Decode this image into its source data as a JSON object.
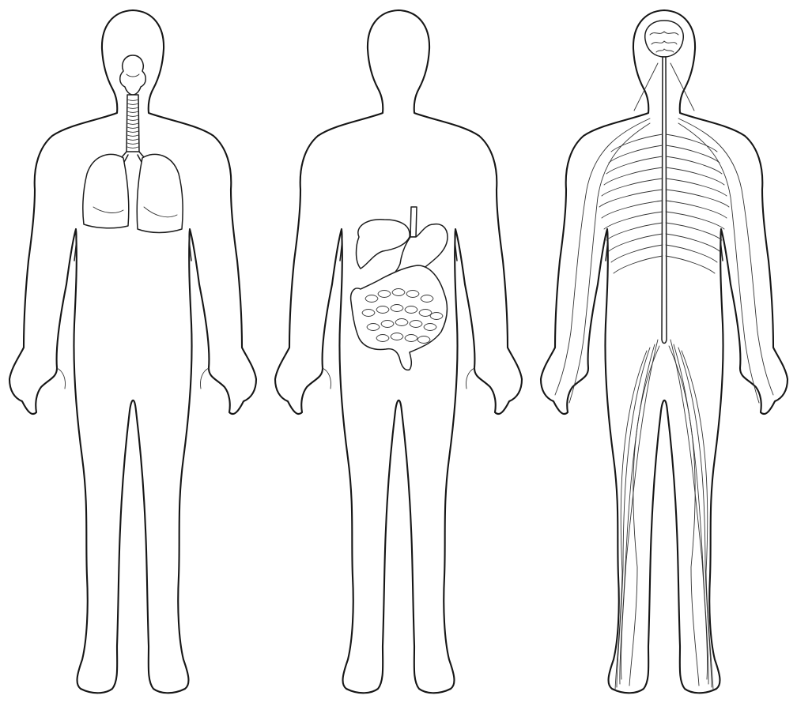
{
  "figures": [
    {
      "system": "respiratory",
      "icon": "respiratory-system-icon"
    },
    {
      "system": "digestive",
      "icon": "digestive-system-icon"
    },
    {
      "system": "nervous",
      "icon": "nervous-system-icon"
    }
  ],
  "colors": {
    "background": "#ffffff",
    "ink": "#1a1a1a"
  }
}
